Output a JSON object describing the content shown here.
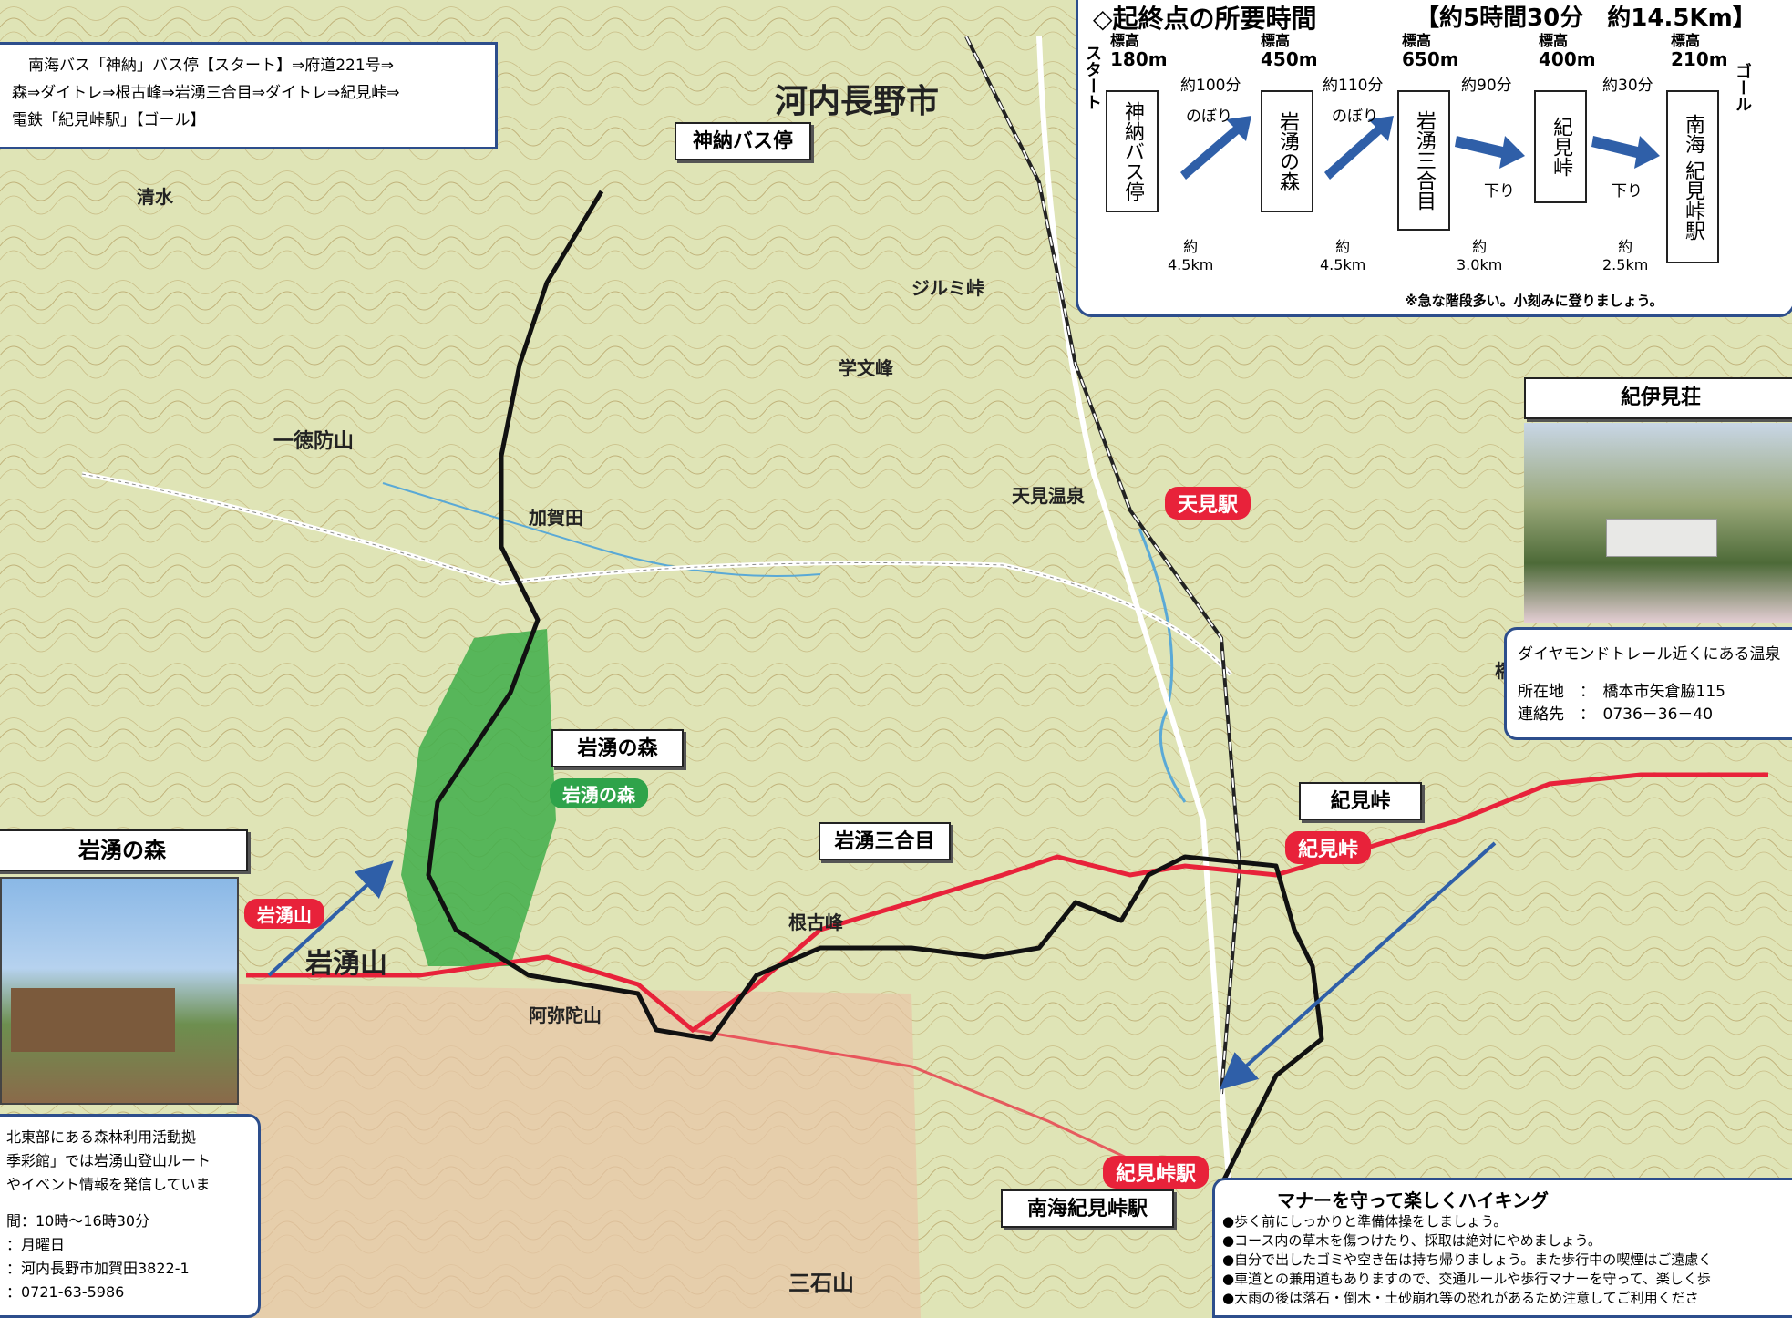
{
  "map": {
    "city_label": "河内長野市",
    "places": {
      "kanno_bus_stop": "神納バス停",
      "iwawaki_forest": "岩湧の森",
      "iwawaki_mitsugome": "岩湧三合目",
      "kimi_pass": "紀見峠",
      "nankai_kimitoge_station": "南海紀見峠駅",
      "iwawaki_mountain": "岩湧山",
      "amami_station": "天見駅",
      "kimitoge_station_tag": "紀見峠駅",
      "kimi_pass_tag": "紀見峠",
      "iwawaki_forest_tag": "岩湧の森",
      "mountain_tag": "岩湧山",
      "nekomine": "根古峰",
      "amidayama": "阿弥陀山",
      "gakubunho": "学文峰",
      "ittokubo": "一徳防山",
      "amagi_onsen": "天見温泉",
      "mitsuishi": "三石山",
      "jirumi": "ジルミ峠",
      "kagada": "加賀田",
      "shimizu": "清水",
      "hashimoto": "橋本市"
    }
  },
  "route_box": {
    "lines": [
      "南海バス「神納」バス停【スタート】⇒府道221号⇒",
      "森⇒ダイトレ⇒根古峰⇒岩湧三合目⇒ダイトレ⇒紀見峠⇒",
      "電鉄「紀見峠駅」【ゴール】"
    ]
  },
  "time_box": {
    "title": "◇起終点の所要時間",
    "total": "【約5時間30分　約14.5Km】",
    "start_label": "スタート",
    "goal_label": "ゴール",
    "points": [
      {
        "elev_label": "標高",
        "elev": "180m",
        "name": "神納バス停"
      },
      {
        "elev_label": "標高",
        "elev": "450m",
        "name": "岩湧の森"
      },
      {
        "elev_label": "標高",
        "elev": "650m",
        "name": "岩湧三合目"
      },
      {
        "elev_label": "標高",
        "elev": "400m",
        "name": "紀見峠"
      },
      {
        "elev_label": "標高",
        "elev": "210m",
        "name": "南海 紀見峠駅"
      }
    ],
    "legs": [
      {
        "time": "約100分",
        "dir": "のぼり",
        "dist_a": "約",
        "dist_b": "4.5km"
      },
      {
        "time": "約110分",
        "dir": "のぼり",
        "dist_a": "約",
        "dist_b": "4.5km"
      },
      {
        "time": "約90分",
        "dir": "下り",
        "dist_a": "約",
        "dist_b": "3.0km"
      },
      {
        "time": "約30分",
        "dir": "下り",
        "dist_a": "約",
        "dist_b": "2.5km"
      }
    ],
    "note": "※急な階段多い。小刻みに登りましょう。"
  },
  "kiimiso": {
    "title": "紀伊見荘",
    "desc": "ダイヤモンドトレール近くにある温泉",
    "addr_label": "所在地",
    "addr": "橋本市矢倉脇115",
    "tel_label": "連絡先",
    "tel": "0736－36－40"
  },
  "iwawaki_box": {
    "title": "岩湧の森",
    "lines": [
      "北東部にある森林利用活動拠",
      "季彩館」では岩湧山登山ルート",
      "やイベント情報を発信していま",
      "",
      "間：10時～16時30分",
      "：月曜日",
      "：河内長野市加賀田3822-1",
      "：0721-63-5986"
    ]
  },
  "manners": {
    "title": "マナーを守って楽しくハイキング",
    "items": [
      "●歩く前にしっかりと準備体操をしましょう。",
      "●コース内の草木を傷つけたり、採取は絶対にやめましょう。",
      "●自分で出したゴミや空き缶は持ち帰りましょう。また歩行中の喫煙はご遠慮く",
      "●車道との兼用道もありますので、交通ルールや歩行マナーを守って、楽しく歩",
      "●大雨の後は落石・倒木・土砂崩れ等の恐れがあるため注意してご利用くださ"
    ]
  },
  "colors": {
    "route": "#111111",
    "trail": "#e8223a",
    "forest": "#3fae4a",
    "arrow": "#2f5fa8",
    "box_border": "#2d4e8c"
  }
}
